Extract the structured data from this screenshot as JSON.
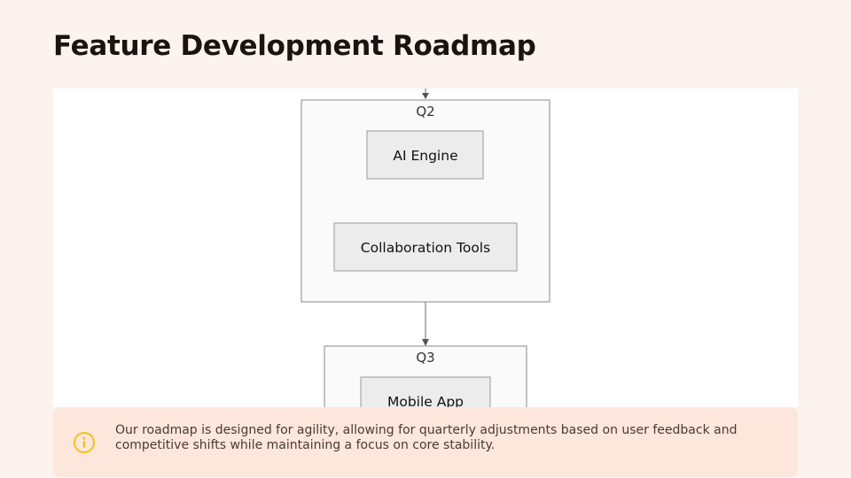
{
  "page": {
    "title": "Feature Development Roadmap"
  },
  "diagram": {
    "lanes": [
      {
        "id": "q2",
        "label": "Q2",
        "items": [
          "AI Engine",
          "Collaboration Tools"
        ]
      },
      {
        "id": "q3",
        "label": "Q3",
        "items": [
          "Mobile App"
        ]
      }
    ],
    "edges": [
      {
        "from": "previous",
        "to": "q2"
      },
      {
        "from": "q2",
        "to": "q3"
      }
    ]
  },
  "note": {
    "icon": "info-icon",
    "text": "Our roadmap is designed for agility, allowing for quarterly adjustments based on user feedback and competitive shifts while maintaining a focus on core stability.",
    "accent_color": "#f2c21b"
  },
  "colors": {
    "background": "#fdf3ee",
    "note_background": "#fde6db"
  }
}
